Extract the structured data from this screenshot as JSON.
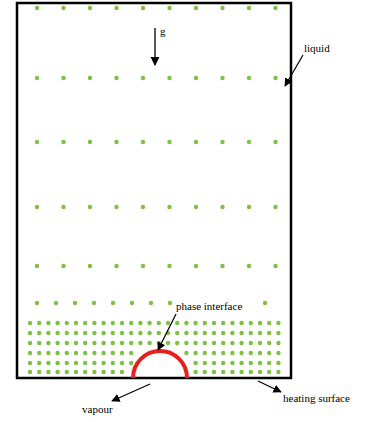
{
  "diagram": {
    "labels": [
      "g",
      "liquid",
      "phase interface",
      "vapour",
      "heating surface"
    ]
  }
}
